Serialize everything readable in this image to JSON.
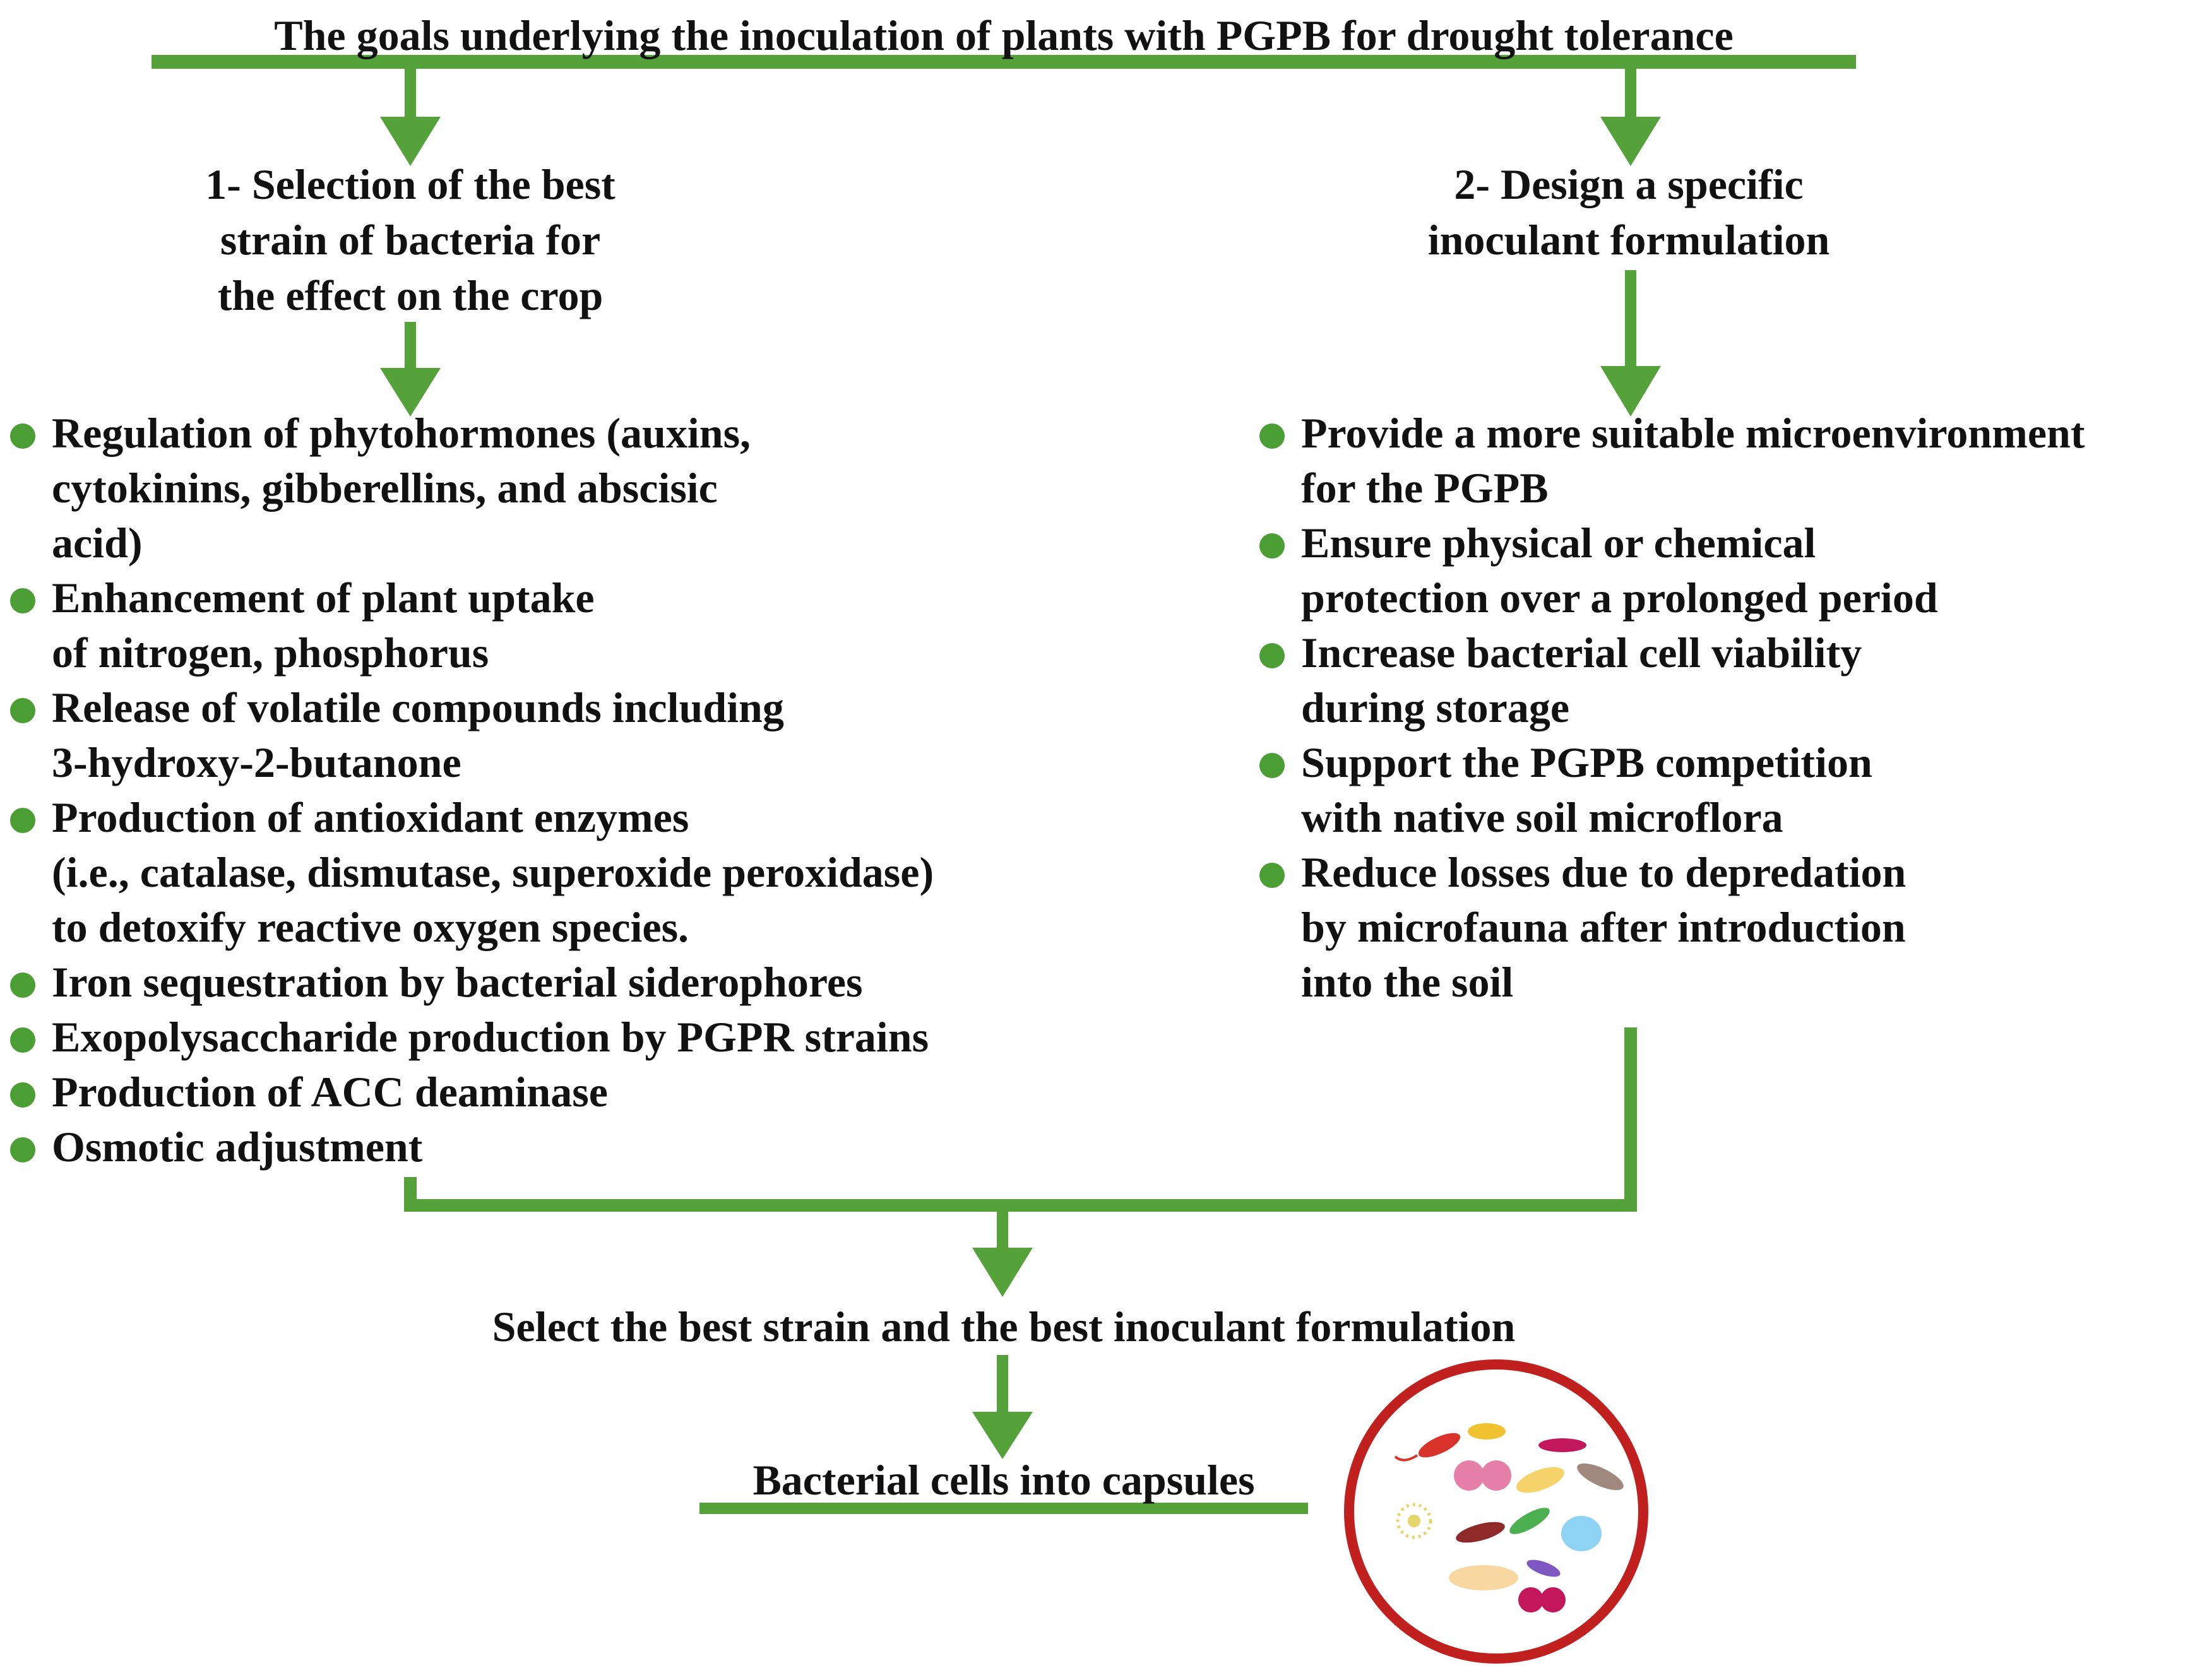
{
  "colors": {
    "accent_green": "#55a13a",
    "bullet_green": "#4a9e33",
    "circle_red": "#c0211f"
  },
  "title": "The goals underlying the inoculation of plants with PGPB for drought tolerance",
  "branch1": {
    "heading": [
      "1- Selection of the best",
      "strain of bacteria for",
      "the effect on the crop"
    ],
    "items": [
      [
        "Regulation of phytohormones (auxins,",
        "cytokinins, gibberellins, and abscisic",
        "acid)"
      ],
      [
        "Enhancement of plant uptake",
        "of nitrogen, phosphorus"
      ],
      [
        "Release of volatile compounds including",
        "3-hydroxy-2-butanone"
      ],
      [
        "Production of antioxidant enzymes",
        "(i.e., catalase, dismutase, superoxide peroxidase)",
        "to detoxify reactive oxygen species."
      ],
      [
        "Iron sequestration by bacterial siderophores"
      ],
      [
        "Exopolysaccharide production by PGPR strains"
      ],
      [
        "Production of ACC deaminase"
      ],
      [
        "Osmotic adjustment"
      ]
    ]
  },
  "branch2": {
    "heading": [
      "2- Design a specific",
      "inoculant formulation"
    ],
    "items": [
      [
        "Provide a more suitable microenvironment",
        "for the PGPB"
      ],
      [
        "Ensure physical or chemical",
        "protection over a prolonged period"
      ],
      [
        "Increase bacterial cell viability",
        "during storage"
      ],
      [
        "Support the PGPB competition",
        "with native soil microflora"
      ],
      [
        "Reduce losses due to depredation",
        "by microfauna after introduction",
        "into the soil"
      ]
    ]
  },
  "select_text": "Select the best strain and the best inoculant formulation",
  "capsule_text": "Bacterial cells into capsules"
}
